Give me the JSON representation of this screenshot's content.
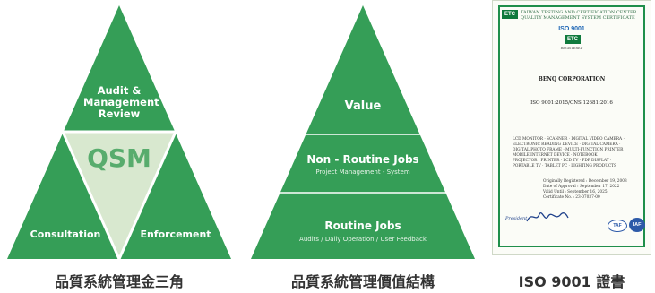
{
  "tri1": {
    "top": "Audit &\nManagement\nReview",
    "center": "QSM",
    "left": "Consultation",
    "right": "Enforcement",
    "caption": "品質系統管理金三角",
    "colors": {
      "green": "#359e57",
      "light": "#d8e8cf",
      "qsm": "#58ac6d"
    }
  },
  "tri2": {
    "value": "Value",
    "nonroutine_title": "Non - Routine Jobs",
    "nonroutine_sub": "Project Management - System",
    "routine_title": "Routine Jobs",
    "routine_sub": "Audits / Daily Operation / User Feedback",
    "caption": "品質系統管理價值結構"
  },
  "certificate": {
    "issuer_en": "TAIWAN TESTING AND CERTIFICATION CENTER",
    "issuer_en2": "QUALITY MANAGEMENT SYSTEM CERTIFICATE",
    "standard": "ISO 9001",
    "logo": "ETC",
    "registered": "REGISTERED",
    "company": "BENQ CORPORATION",
    "certline": "ISO 9001:2015/CNS 12681:2016",
    "scope_lines": [
      "LCD MONITOR · SCANNER · DIGITAL VIDEO CAMERA ·",
      "ELECTRONIC READING DEVICE · DIGITAL CAMERA ·",
      "DIGITAL PHOTO FRAME · MULTI-FUNCTION PRINTER ·",
      "MOBILE INTERNET DEVICE · NOTEBOOK ·",
      "PROJECTOR · PRINTER · LCD TV · PDP DISPLAY ·",
      "PORTABLE TV · TABLET PC · LIGHTING PRODUCTS"
    ],
    "dates": [
      "Originally Registered : December 19, 2003",
      "Date of Approval : September 17, 2022",
      "Valid Until : September 16, 2025",
      "Certificate No. : 23-07037-00"
    ],
    "signer": "President",
    "caption": "ISO 9001 證書",
    "badge_taf": "TAF",
    "badge_iaf": "IAF"
  }
}
